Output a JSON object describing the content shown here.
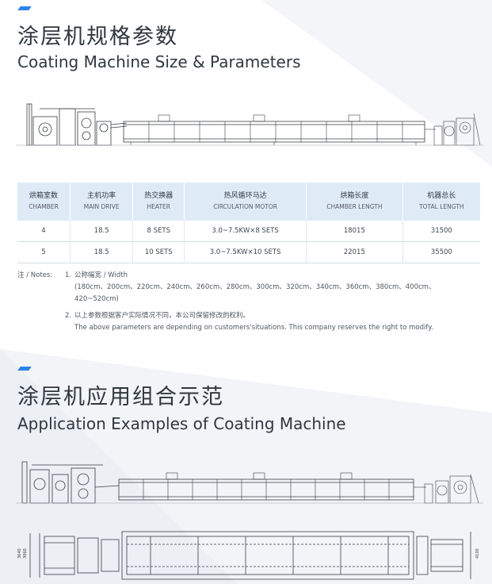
{
  "section1": {
    "title_zh": "涂层机规格参数",
    "title_en": "Coating Machine Size & Parameters"
  },
  "table": {
    "headers": [
      {
        "zh": "烘箱室数",
        "en": "CHAMBER"
      },
      {
        "zh": "主机功率",
        "en": "MAIN DRIVE"
      },
      {
        "zh": "热交换器",
        "en": "HEATER"
      },
      {
        "zh": "热风循环马达",
        "en": "CIRCULATION MOTOR"
      },
      {
        "zh": "烘箱长度",
        "en": "CHAMBER LENGTH"
      },
      {
        "zh": "机器总长",
        "en": "TOTAL LENGTH"
      }
    ],
    "rows": [
      [
        "4",
        "18.5",
        "8 SETS",
        "3.0~7.5KW×8 SETS",
        "18015",
        "31500"
      ],
      [
        "5",
        "18.5",
        "10 SETS",
        "3.0~7.5KW×10 SETS",
        "22015",
        "35500"
      ]
    ]
  },
  "notes": {
    "label": "注 / Notes:",
    "items": [
      {
        "num": "1.",
        "lines": [
          "公称幅宽 / Width",
          "(180cm、200cm、220cm、240cm、260cm、280cm、300cm、320cm、340cm、360cm、380cm、400cm、",
          "420~520cm)"
        ]
      },
      {
        "num": "2.",
        "lines": [
          "以上参数根据客户实际情况不同，本公司保留修改的权利。",
          "The above parameters are depending on customers'situations. This company reserves the right to modify."
        ]
      }
    ]
  },
  "section2": {
    "title_zh": "涂层机应用组合示范",
    "title_en": "Application Examples of Coating Machine"
  },
  "plan_dims": {
    "left_a": "3640",
    "left_b": "3060",
    "right": "4100"
  },
  "colors": {
    "accent": "#2b84e8",
    "header_bg": "#dfeaf7",
    "line": "#3a3f45"
  }
}
